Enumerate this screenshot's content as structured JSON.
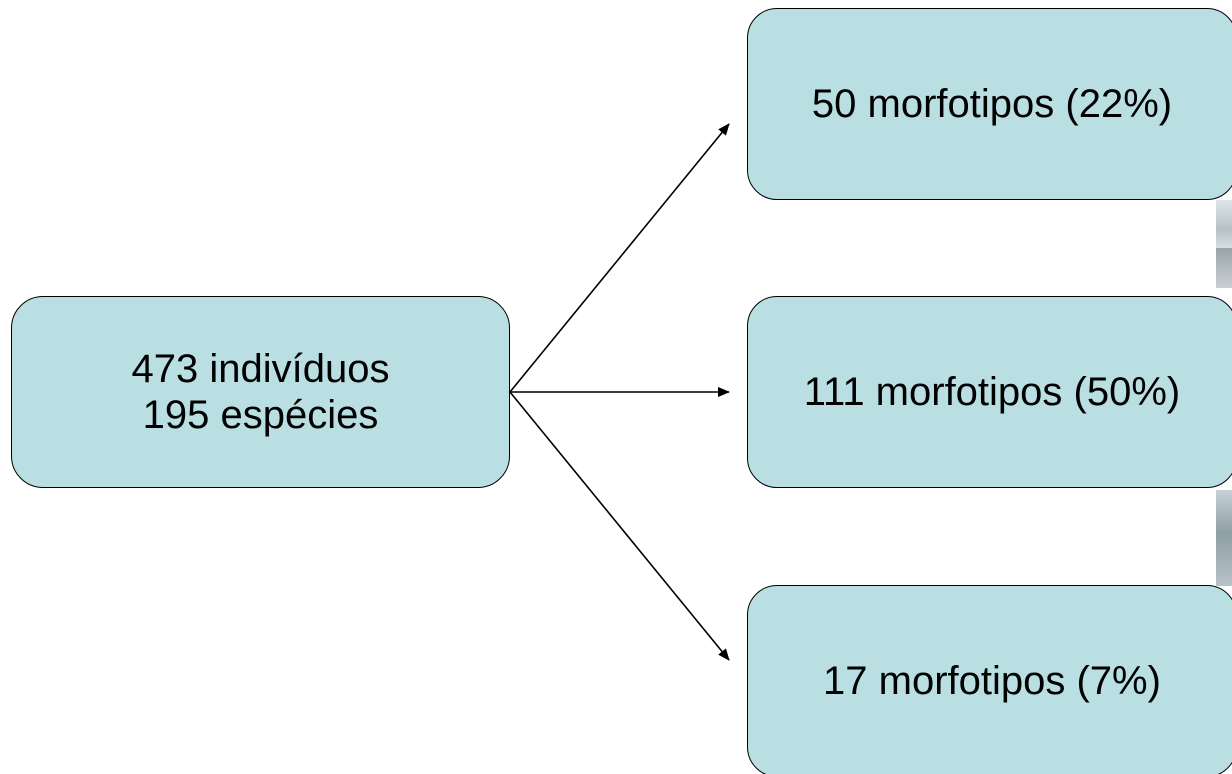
{
  "diagram": {
    "root": {
      "line1": "473 indivíduos",
      "line2": "195 espécies"
    },
    "branches": [
      {
        "label": "50 morfotipos (22%)"
      },
      {
        "label": "111 morfotipos (50%)"
      },
      {
        "label": "17 morfotipos (7%)"
      }
    ],
    "colors": {
      "node_fill": "#b9dfe3",
      "stroke": "#000000",
      "text": "#000000"
    }
  }
}
